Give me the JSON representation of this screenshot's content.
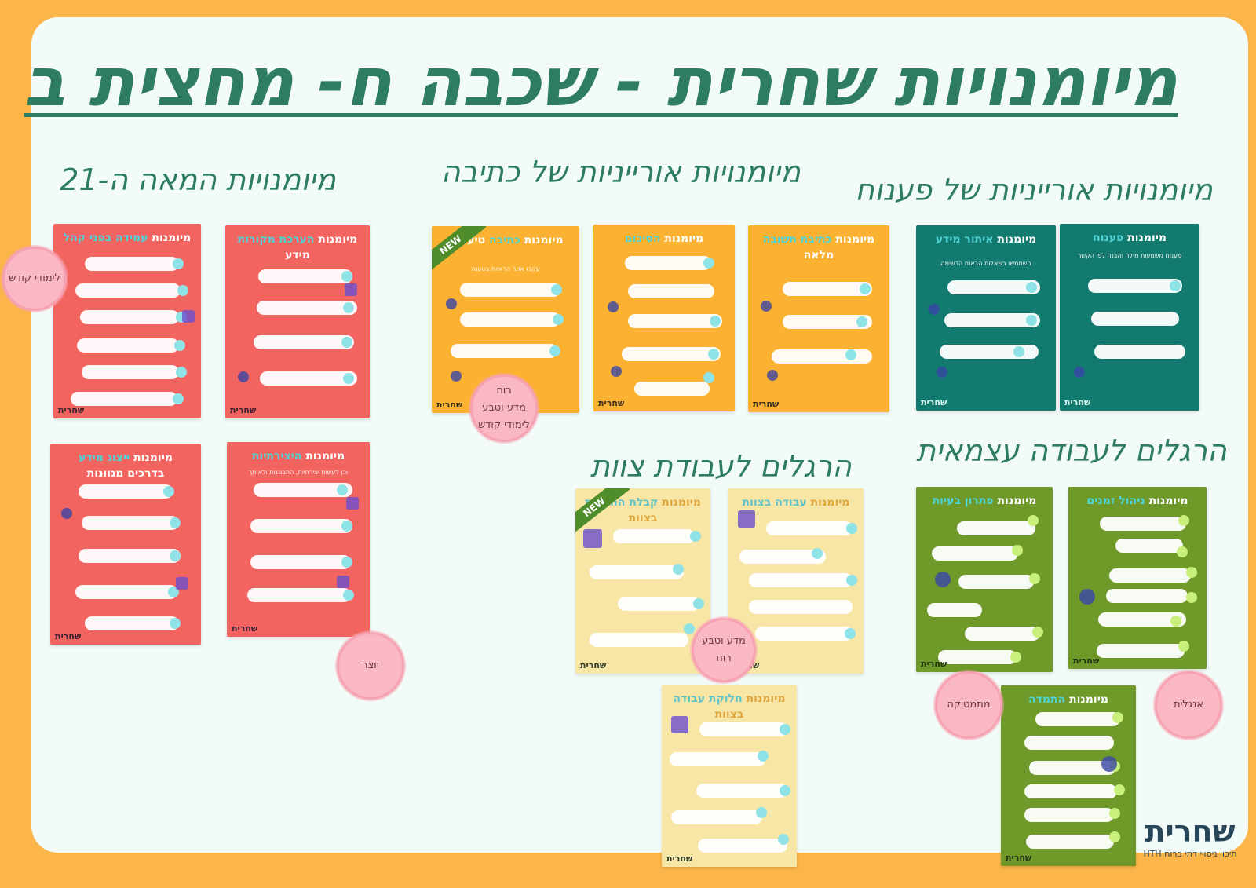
{
  "page": {
    "title": "מיומנויות שחרית - שכבה ח- מחצית ב",
    "colors": {
      "background": "#fbb548",
      "board": "#f3fbf9",
      "title": "#2e7d62"
    }
  },
  "sections": {
    "century21": "מיומנויות המאה ה-21",
    "writing_literacy": "מיומנויות אורייניות של כתיבה",
    "decoding_literacy": "מיומנויות אורייניות של פענוח",
    "independent_work": "הרגלים לעבודה עצמאית",
    "team_work": "הרגלים לעבודת צוות"
  },
  "cards": {
    "public_speaking": {
      "prefix": "מיומנות",
      "accent": "עמידה בפני קהל",
      "logo": "שחרית"
    },
    "source_eval": {
      "prefix": "מיומנות",
      "accent": "הערכת מקורות",
      "rest": "מידע",
      "logo": "שחרית"
    },
    "info_display": {
      "prefix": "מיומנות",
      "accent": "ייצוג מידע",
      "rest": "בדרכים מגוונות",
      "logo": "שחרית"
    },
    "creativity": {
      "prefix": "מיומנות",
      "accent": "היצירתיות",
      "sub": "וכן לעשות יצירתיות, התבוננות ולאותך",
      "logo": "שחרית"
    },
    "argument": {
      "prefix": "מיומנות",
      "accent": "כתיבה",
      "rest": "טיעונית",
      "sub": "עקבו אחר הראיות בטענה",
      "ribbon": "NEW",
      "logo": "שחרית"
    },
    "summary": {
      "prefix": "מיומנות",
      "accent": "הסיכום",
      "logo": "שחרית"
    },
    "full_answer": {
      "prefix": "מיומנות",
      "accent": "כתיבת תשובה",
      "rest": "מלאה",
      "logo": "שחרית"
    },
    "info_gather": {
      "prefix": "מיומנות",
      "accent": "איתור מידע",
      "sub": "השתמשו בשאלות הבאות הרשימה",
      "logo": "שחרית"
    },
    "decoding": {
      "prefix": "מיומנות",
      "accent": "פענוח",
      "sub": "פענוח משמעות מילה והבנה לפי הקשר",
      "logo": "שחרית"
    },
    "decision": {
      "prefix": "מיומנות",
      "accent": "קבלת החלטות",
      "rest": "בצוות",
      "ribbon": "NEW",
      "logo": "שחרית"
    },
    "teamwork": {
      "prefix": "מיומנות",
      "accent": "עבודה בצוות",
      "logo": "שחרית"
    },
    "task_split": {
      "prefix": "מיומנות",
      "accent": "חלוקת עבודה",
      "rest": "בצוות",
      "logo": "שחרית"
    },
    "problem_solving": {
      "prefix": "מיומנות",
      "accent": "פתרון בעיות",
      "logo": "שחרית"
    },
    "time_mgmt": {
      "prefix": "מיומנות",
      "accent": "ניהול זמנים",
      "logo": "שחרית"
    },
    "persistence": {
      "prefix": "מיומנות",
      "accent": "התמדה",
      "logo": "שחרית"
    }
  },
  "stamps": {
    "kodesh": [
      "לימודי קודש"
    ],
    "writing": [
      "רוח",
      "מדע וטבע",
      "לימודי קודש"
    ],
    "creator": [
      "יוצר"
    ],
    "team": [
      "מדע וטבע",
      "רוח"
    ],
    "math": [
      "מתמטיקה"
    ],
    "english": [
      "אנגלית"
    ]
  },
  "school": {
    "name": "שחרית",
    "tagline": "תיכון ניסויי דתי ברוח HTH"
  }
}
